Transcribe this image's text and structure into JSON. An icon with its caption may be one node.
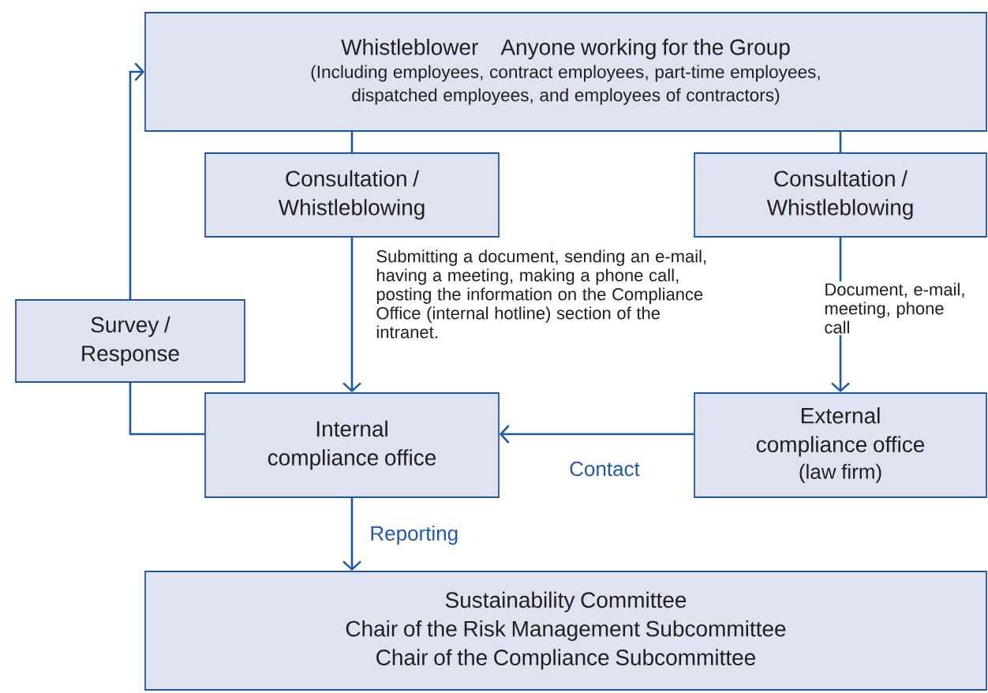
{
  "diagram": {
    "nodes": [
      {
        "text": [
          "Whistleblower",
          "Anyone working for the Group",
          "(Including employees, contract employees, part-time employees, dispatched employees, and employees of contractors)"
        ]
      },
      {
        "text": [
          "Consultation / Whistleblowing"
        ]
      },
      {
        "text": [
          "Consultation / Whistleblowing"
        ]
      },
      {
        "text": [
          "Survey / Response"
        ]
      },
      {
        "text": [
          "Internal compliance office"
        ]
      },
      {
        "text": [
          "External compliance office",
          "(law firm)"
        ]
      },
      {
        "text": [
          "Sustainability Committee",
          "Chair of the Risk Management Subcommittee",
          "Chair of the Compliance Subcommittee"
        ]
      }
    ],
    "edges": [
      {
        "from": 0,
        "to": 1,
        "arrow": "none"
      },
      {
        "from": 0,
        "to": 2,
        "arrow": "none"
      },
      {
        "from": 1,
        "to": 4,
        "arrow": "to",
        "label": "Submitting a document, sending an e-mail, having a meeting, making a phone call, posting the information on the Compliance Office (internal hotline) section of the intranet."
      },
      {
        "from": 2,
        "to": 5,
        "arrow": "to",
        "label": "Document, e-mail, meeting, phone call"
      },
      {
        "from": 5,
        "to": 4,
        "arrow": "to",
        "label": "Contact"
      },
      {
        "from": 4,
        "to": 3,
        "arrow": "none"
      },
      {
        "from": 3,
        "to": 0,
        "arrow": "to"
      },
      {
        "from": 4,
        "to": 6,
        "arrow": "to",
        "label": "Reporting"
      }
    ]
  }
}
